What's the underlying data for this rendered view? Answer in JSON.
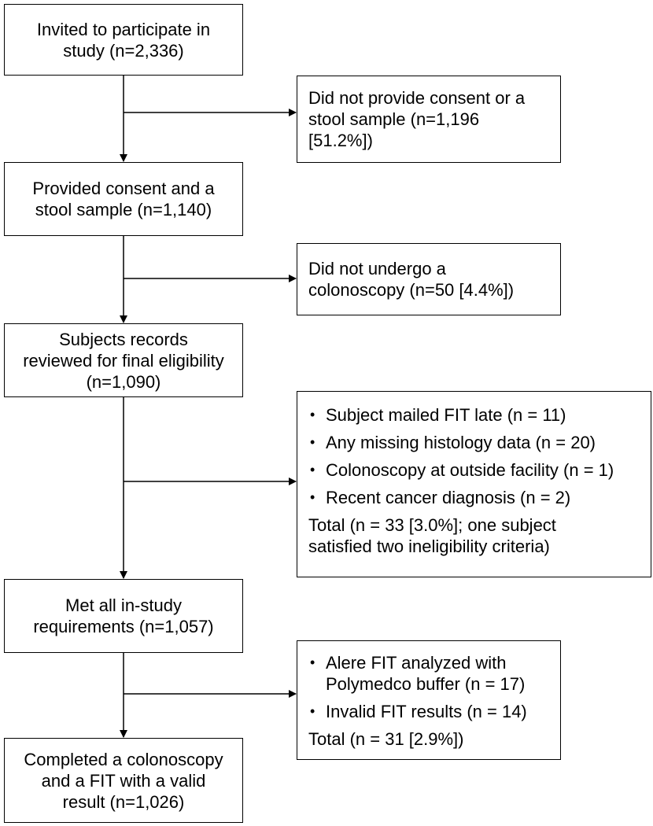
{
  "flow": {
    "invited": {
      "line1": "Invited to participate in",
      "line2": "study (n=2,336)"
    },
    "no_consent": {
      "line1": "Did not provide consent or a",
      "line2": "stool sample (n=1,196",
      "line3": "[51.2%])"
    },
    "consent": {
      "line1": "Provided consent and a",
      "line2": "stool sample (n=1,140)"
    },
    "no_colonoscopy": {
      "line1": "Did not undergo a",
      "line2": "colonoscopy (n=50 [4.4%])"
    },
    "reviewed": {
      "line1": "Subjects records",
      "line2": "reviewed for final eligibility",
      "line3": "(n=1,090)"
    },
    "ineligible": {
      "items": [
        "Subject mailed FIT late (n = 11)",
        "Any missing histology data (n = 20)",
        "Colonoscopy at outside facility (n = 1)",
        "Recent cancer diagnosis (n = 2)"
      ],
      "total_line1": "Total (n = 33 [3.0%]; one subject",
      "total_line2": "satisfied two ineligibility criteria)"
    },
    "met_requirements": {
      "line1": "Met all in-study",
      "line2": "requirements (n=1,057)"
    },
    "excluded_fit": {
      "items": [
        "Alere FIT analyzed with Polymedco buffer (n = 17)",
        "Invalid FIT results (n = 14)"
      ],
      "total": "Total (n = 31 [2.9%])"
    },
    "completed": {
      "line1": "Completed a colonoscopy",
      "line2": "and a FIT with a valid",
      "line3": "result (n=1,026)"
    }
  }
}
